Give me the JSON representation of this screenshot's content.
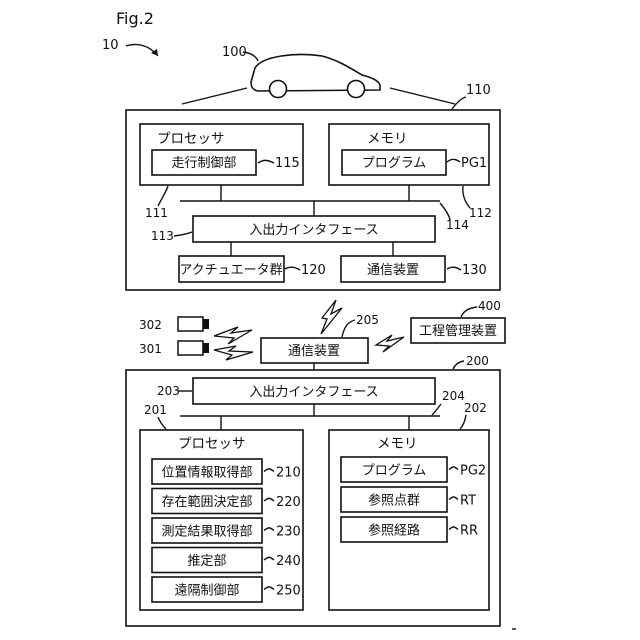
{
  "figure": {
    "title": "Fig.2",
    "ref_system": "10"
  },
  "vehicle": {
    "ref": "100"
  },
  "vehicle_controller": {
    "ref": "110",
    "processor": {
      "label": "プロセッサ",
      "ref": "111"
    },
    "travel_control": {
      "label": "走行制御部",
      "ref": "115"
    },
    "memory": {
      "label": "メモリ",
      "ref": "112"
    },
    "program": {
      "label": "プログラム",
      "ref": "PG1"
    },
    "io_interface": {
      "label": "入出力インタフェース",
      "ref": "113",
      "bus_ref": "114"
    },
    "actuators": {
      "label": "アクチュエータ群",
      "ref": "120"
    },
    "comm_device": {
      "label": "通信装置",
      "ref": "130"
    }
  },
  "external": {
    "sensor_302": {
      "ref": "302"
    },
    "sensor_301": {
      "ref": "301"
    },
    "comm_device": {
      "label": "通信装置",
      "ref": "205"
    },
    "process_manager": {
      "label": "工程管理装置",
      "ref": "400"
    }
  },
  "server": {
    "ref": "200",
    "io_interface": {
      "label": "入出力インタフェース",
      "ref": "203",
      "bus_ref": "204"
    },
    "processor": {
      "label": "プロセッサ",
      "ref": "201"
    },
    "memory": {
      "label": "メモリ",
      "ref": "202"
    },
    "modules": [
      {
        "label": "位置情報取得部",
        "ref": "210"
      },
      {
        "label": "存在範囲決定部",
        "ref": "220"
      },
      {
        "label": "測定結果取得部",
        "ref": "230"
      },
      {
        "label": "推定部",
        "ref": "240"
      },
      {
        "label": "遠隔制御部",
        "ref": "250"
      }
    ],
    "memory_items": [
      {
        "label": "プログラム",
        "ref": "PG2"
      },
      {
        "label": "参照点群",
        "ref": "RT"
      },
      {
        "label": "参照経路",
        "ref": "RR"
      }
    ]
  }
}
